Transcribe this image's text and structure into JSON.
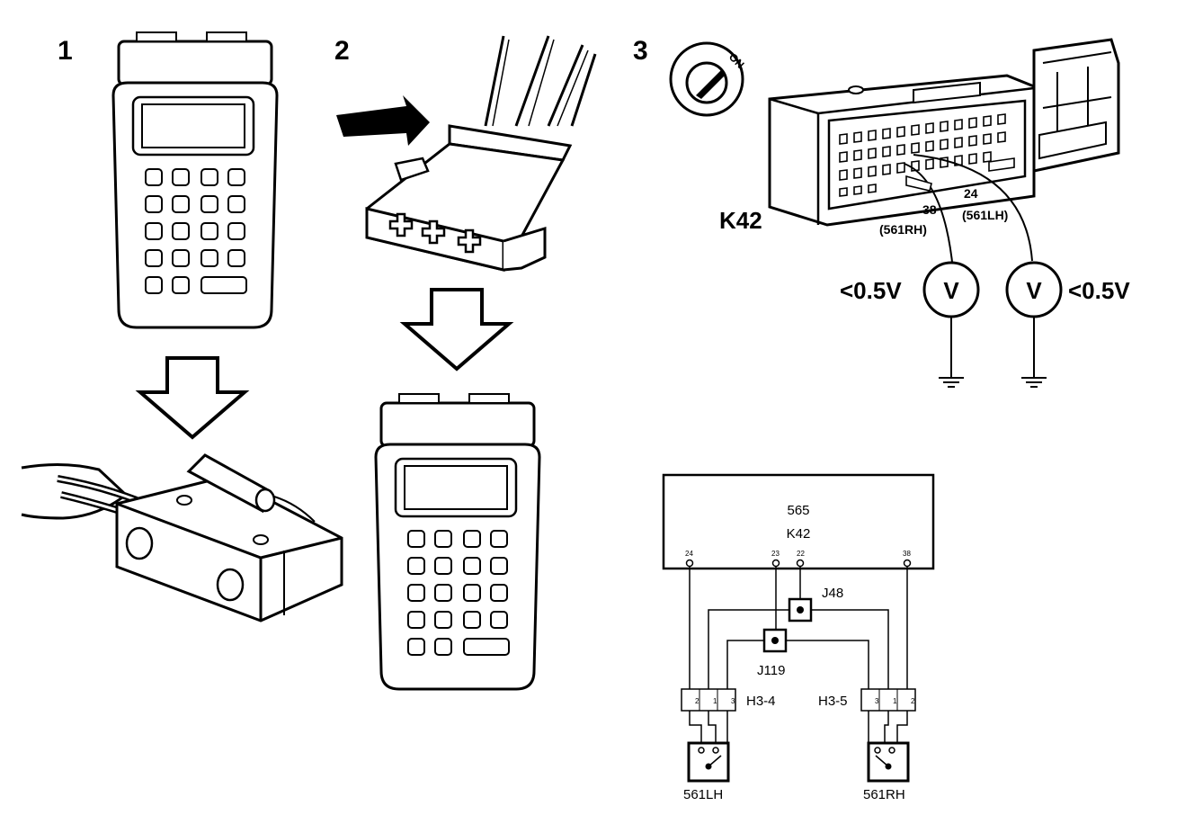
{
  "steps": {
    "step1": "1",
    "step2": "2",
    "step3": "3"
  },
  "ignition": {
    "label": "ON"
  },
  "connector": {
    "name": "K42",
    "probe_left_pin": "38",
    "probe_left_wire": "(561RH)",
    "probe_right_pin": "24",
    "probe_right_wire": "(561LH)"
  },
  "meters": {
    "symbol": "V",
    "left_reading": "<0.5V",
    "right_reading": "<0.5V"
  },
  "schematic": {
    "module_code": "565",
    "module_name": "K42",
    "pins": [
      "24",
      "23",
      "22",
      "38"
    ],
    "joint_top": "J48",
    "joint_bottom": "J119",
    "conn_left": "H3-4",
    "conn_right": "H3-5",
    "conn_left_pins": [
      "2",
      "1",
      "3"
    ],
    "conn_right_pins": [
      "3",
      "1",
      "2"
    ],
    "switch_left": "561LH",
    "switch_right": "561RH"
  }
}
